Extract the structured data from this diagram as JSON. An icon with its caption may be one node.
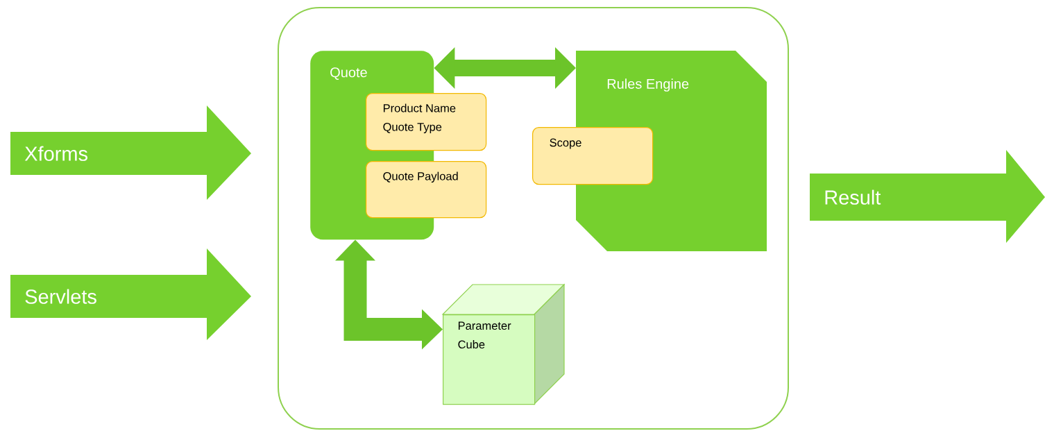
{
  "diagram": {
    "nodes": [
      {
        "text": [
          "Xforms"
        ]
      },
      {
        "text": [
          "Servlets"
        ]
      },
      {
        "text": [],
        "shape": "box"
      },
      {
        "text": [
          "Quote"
        ],
        "in": 2
      },
      {
        "text": [
          "Product Name",
          "Quote Type"
        ],
        "in": 2
      },
      {
        "text": [
          "Quote Payload"
        ],
        "in": 2
      },
      {
        "text": [
          "Rules Engine"
        ],
        "in": 2
      },
      {
        "text": [
          "Scope"
        ],
        "in": 2
      },
      {
        "text": [
          "Parameter Cube"
        ],
        "in": 2
      },
      {
        "text": [
          "Result"
        ]
      }
    ],
    "edges": [
      {
        "from": 3,
        "to": 6,
        "arrow": "both"
      },
      {
        "from": 3,
        "to": 8,
        "arrow": "both"
      }
    ]
  }
}
